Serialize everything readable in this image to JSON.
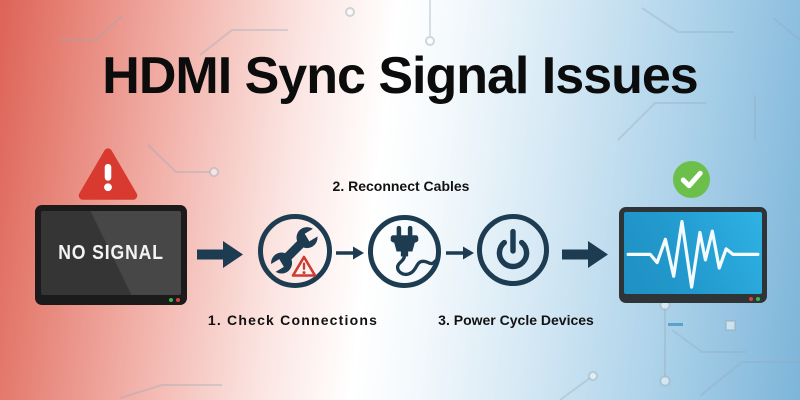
{
  "title": "HDMI Sync Signal Issues",
  "source_monitor": {
    "status": "NO SIGNAL",
    "state_icon": "warning-triangle-icon"
  },
  "result_monitor": {
    "state_icon": "check-circle-icon",
    "screen_icon": "signal-waveform-icon"
  },
  "steps": [
    {
      "order": 1,
      "label": "1. Check Connections",
      "icon": "wrench-warning-icon",
      "label_position": "below"
    },
    {
      "order": 2,
      "label": "2. Reconnect Cables",
      "icon": "plug-icon",
      "label_position": "above"
    },
    {
      "order": 3,
      "label": "3. Power Cycle Devices",
      "icon": "power-icon",
      "label_position": "below"
    }
  ],
  "colors": {
    "flow_navy": "#1d3c52",
    "alert_red": "#d93a30",
    "success_green": "#6cbf4b",
    "screen_blue": "#2299cd",
    "monitor_frame_dark": "#1b1b1b",
    "no_signal_screen": "#3d3d3d",
    "bg_gradient_left": "#dd6356",
    "bg_gradient_right": "#7db5d9"
  }
}
